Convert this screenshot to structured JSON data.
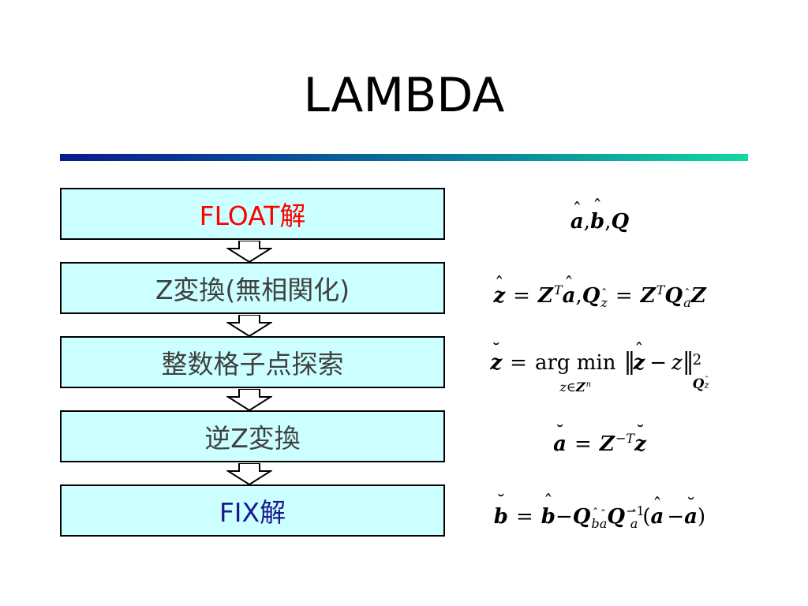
{
  "title": "LAMBDA",
  "colors": {
    "box_fill": "#ccffff",
    "box_text": "#404040",
    "float_text": "#ff0000",
    "fix_text": "#1a1a8c",
    "rule_start": "#0b1a8c",
    "rule_end": "#10d8a0"
  },
  "steps": [
    {
      "label": "FLOAT解"
    },
    {
      "label": "Z変換(無相関化)"
    },
    {
      "label": "整数格子点探索"
    },
    {
      "label": "逆Z変換"
    },
    {
      "label": "FIX解"
    }
  ],
  "formulas": {
    "f1": {
      "a": "a",
      "comma1": ",",
      "b": "b",
      "comma2": ",",
      "Q": "Q"
    },
    "f2": {
      "z": "z",
      "eq": "=",
      "Z1": "Z",
      "T1": "T",
      "a": "a",
      "comma": ",",
      "Q1": "Q",
      "sub1": "z",
      "eq2": "=",
      "Z2": "Z",
      "T2": "T",
      "Q2": "Q",
      "sub2": "a",
      "Z3": "Z"
    },
    "f3": {
      "z": "z",
      "eq": "=",
      "arg": "arg",
      "min": "min",
      "under_z": "z",
      "under_in": "∈",
      "under_Z": "Z",
      "under_n": "n",
      "norm_l": "‖",
      "zhat": "z",
      "minus": "−",
      "zz": "z",
      "norm_r": "‖",
      "sup": "2",
      "subQ": "Q",
      "subz": "z"
    },
    "f4": {
      "a": "a",
      "eq": "=",
      "Z": "Z",
      "sup": "−T",
      "z": "z"
    },
    "f5": {
      "b": "b",
      "eq": "=",
      "bhat": "b",
      "minus": "−",
      "Q1": "Q",
      "sub1a": "b",
      "sub1b": "a",
      "Q2": "Q",
      "sup2": "−1",
      "sub2": "a",
      "lp": "(",
      "ahat": "a",
      "minus2": "−",
      "abr": "a",
      "rp": ")"
    }
  }
}
